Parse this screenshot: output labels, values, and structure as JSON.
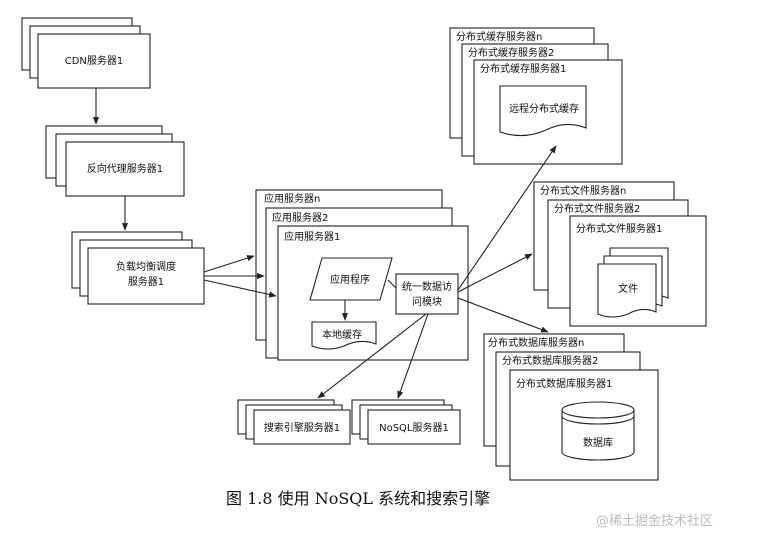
{
  "labels": {
    "cdn": "CDN服务器1",
    "proxy": "反向代理服务器1",
    "lb_line1": "负载均衡调度",
    "lb_line2": "服务器1",
    "app_n": "应用服务器n",
    "app_2": "应用服务器2",
    "app_1": "应用服务器1",
    "app_program": "应用程序",
    "local_cache": "本地缓存",
    "uda_line1": "统一数据访",
    "uda_line2": "问模块",
    "cache_n": "分布式缓存服务器n",
    "cache_2": "分布式缓存服务器2",
    "cache_1": "分布式缓存服务器1",
    "remote_cache": "远程分布式缓存",
    "file_n": "分布式文件服务器n",
    "file_2": "分布式文件服务器2",
    "file_1": "分布式文件服务器1",
    "file": "文件",
    "db_n": "分布式数据库服务器n",
    "db_2": "分布式数据库服务器2",
    "db_1": "分布式数据库服务器1",
    "database": "数据库",
    "search": "搜索引擎服务器1",
    "nosql": "NoSQL服务器1"
  },
  "caption": "图 1.8    使用 NoSQL 系统和搜索引擎",
  "watermark": "@稀土掘金技术社区"
}
